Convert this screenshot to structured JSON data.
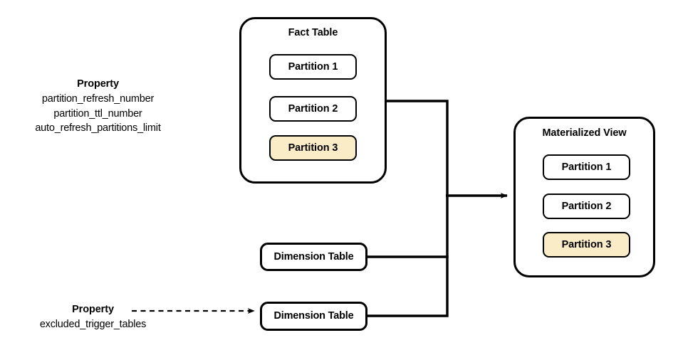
{
  "diagram": {
    "title_fact_table": "Fact Table",
    "title_materialized_view": "Materialized View",
    "fact_table": {
      "label": "Fact Table",
      "partitions": [
        {
          "label": "Partition 1",
          "highlighted": false
        },
        {
          "label": "Partition 2",
          "highlighted": false
        },
        {
          "label": "Partition 3",
          "highlighted": true
        }
      ]
    },
    "materialized_view": {
      "label": "Materialized View",
      "partitions": [
        {
          "label": "Partition 1",
          "highlighted": false
        },
        {
          "label": "Partition 2",
          "highlighted": false
        },
        {
          "label": "Partition 3",
          "highlighted": true
        }
      ]
    },
    "dimension_tables": [
      {
        "label": "Dimension Table"
      },
      {
        "label": "Dimension Table"
      }
    ],
    "property_top": {
      "title": "Property",
      "lines": [
        "partition_refresh_number",
        "partition_ttl_number",
        "auto_refresh_partitions_limit"
      ]
    },
    "property_bottom": {
      "title": "Property",
      "lines": [
        "excluded_trigger_tables"
      ]
    },
    "colors": {
      "stroke": "#000000",
      "background": "#ffffff",
      "highlight": "#fbecc8"
    }
  }
}
